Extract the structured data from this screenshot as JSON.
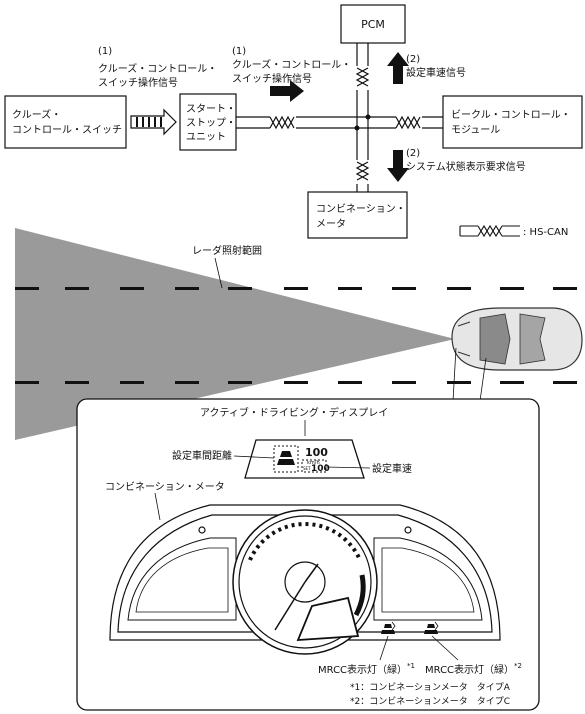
{
  "top": {
    "pcm": "PCM",
    "switch_line1": "クルーズ・",
    "switch_line2": "コントロール・スイッチ",
    "ssu_line1": "スタート・",
    "ssu_line2": "ストップ・",
    "ssu_line3": "ユニット",
    "vcm_line1": "ビークル・コントロール・",
    "vcm_line2": "モジュール",
    "combi_line1": "コンビネーション・",
    "combi_line2": "メータ",
    "sig1a_num": "(1)",
    "sig1a_line1": "クルーズ・コントロール・",
    "sig1a_line2": "スイッチ操作信号",
    "sig1b_num": "(1)",
    "sig1b_line1": "クルーズ・コントロール・",
    "sig1b_line2": "スイッチ操作信号",
    "sig2a_num": "(2)",
    "sig2a_text": "設定車速信号",
    "sig2b_num": "(2)",
    "sig2b_text": "システム状態表示要求信号",
    "legend_text": ": HS-CAN"
  },
  "bottom": {
    "radar_label": "レーダ照射範囲",
    "ad_display_label": "アクティブ・ドライビング・ディスプレイ",
    "set_distance_label": "設定車間距離",
    "set_speed_label": "設定車速",
    "speed_value": "100",
    "speed_unit": "km/h",
    "set_value": "100",
    "set_prefix": "SET",
    "combi_meter_label": "コンビネーション・メータ",
    "mrcc1_label": "MRCC表示灯（緑）",
    "mrcc1_sup": "*1",
    "mrcc2_label": "MRCC表示灯（緑）",
    "mrcc2_sup": "*2",
    "note1": "*1：コンビネーションメータ　タイプA",
    "note2": "*2：コンビネーションメータ　タイプC"
  }
}
